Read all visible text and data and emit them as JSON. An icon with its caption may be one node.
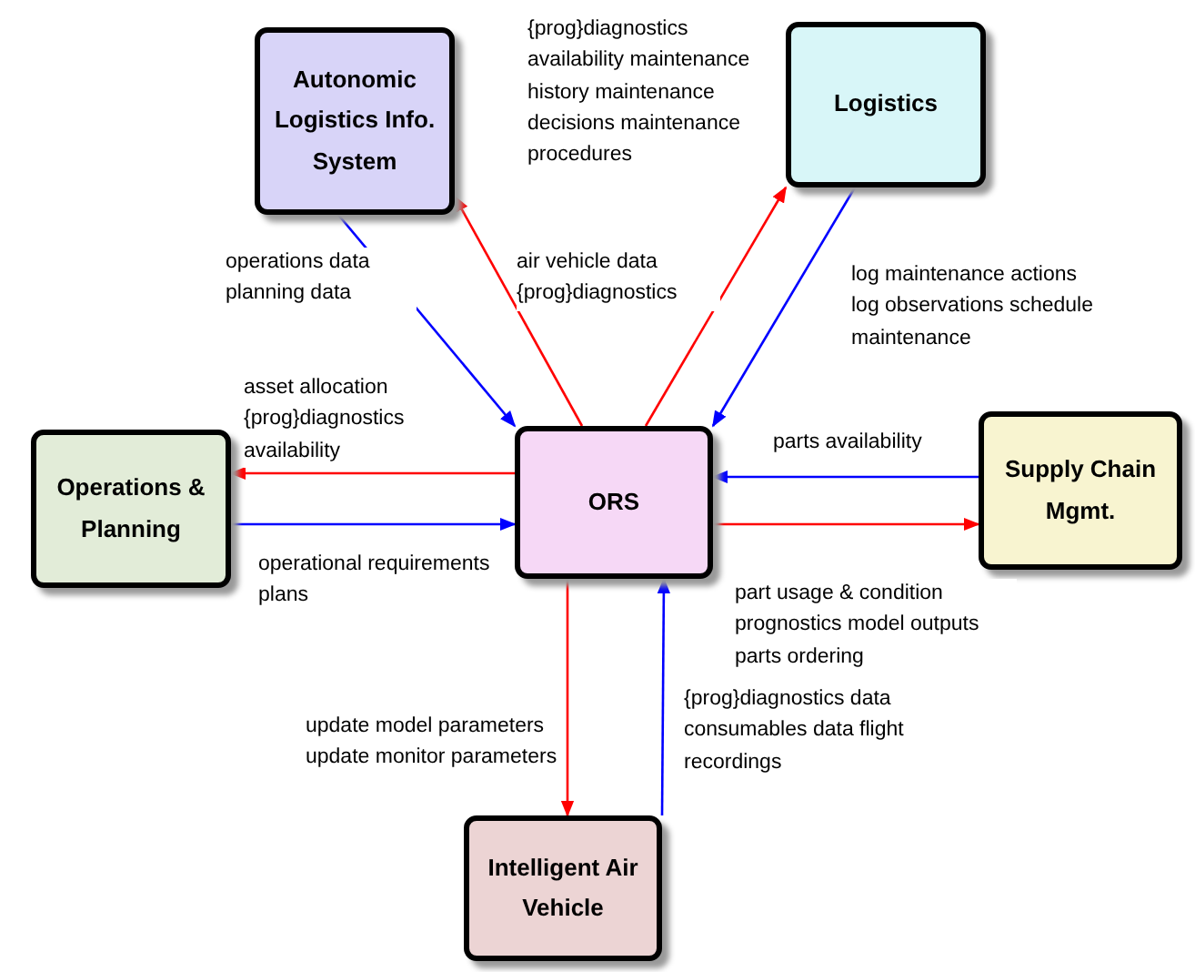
{
  "diagram": {
    "nodes": [
      {
        "text": [
          "Autonomic Logistics Info. System"
        ]
      },
      {
        "text": [
          "Logistics"
        ]
      },
      {
        "text": [
          "Operations & Planning"
        ]
      },
      {
        "text": [
          "ORS"
        ]
      },
      {
        "text": [
          "Supply Chain Mgmt."
        ]
      },
      {
        "text": [
          "Intelligent Air Vehicle"
        ]
      }
    ],
    "edges": [
      {
        "from": 0,
        "to": 3,
        "arrow": "to",
        "color": "#0000ff",
        "label": "operations data planning data"
      },
      {
        "from": 3,
        "to": 0,
        "arrow": "to",
        "color": "#ff0000",
        "label": "air vehicle data {prog}diagnostics"
      },
      {
        "from": 3,
        "to": 1,
        "arrow": "to",
        "color": "#ff0000",
        "label": "{prog}diagnostics availability maintenance history maintenance decisions maintenance procedures"
      },
      {
        "from": 1,
        "to": 3,
        "arrow": "to",
        "color": "#0000ff",
        "label": "log maintenance actions log observations schedule maintenance"
      },
      {
        "from": 3,
        "to": 2,
        "arrow": "to",
        "color": "#ff0000",
        "label": "asset allocation {prog}diagnostics availability"
      },
      {
        "from": 2,
        "to": 3,
        "arrow": "to",
        "color": "#0000ff",
        "label": "operational requirements plans"
      },
      {
        "from": 4,
        "to": 3,
        "arrow": "to",
        "color": "#0000ff",
        "label": "parts availability"
      },
      {
        "from": 3,
        "to": 4,
        "arrow": "to",
        "color": "#ff0000",
        "label": "part usage & condition prognostics model outputs parts ordering"
      },
      {
        "from": 3,
        "to": 5,
        "arrow": "to",
        "color": "#ff0000",
        "label": "update model parameters update monitor parameters"
      },
      {
        "from": 5,
        "to": 3,
        "arrow": "to",
        "color": "#0000ff",
        "label": "{prog}diagnostics data consumables data flight recordings"
      }
    ]
  }
}
